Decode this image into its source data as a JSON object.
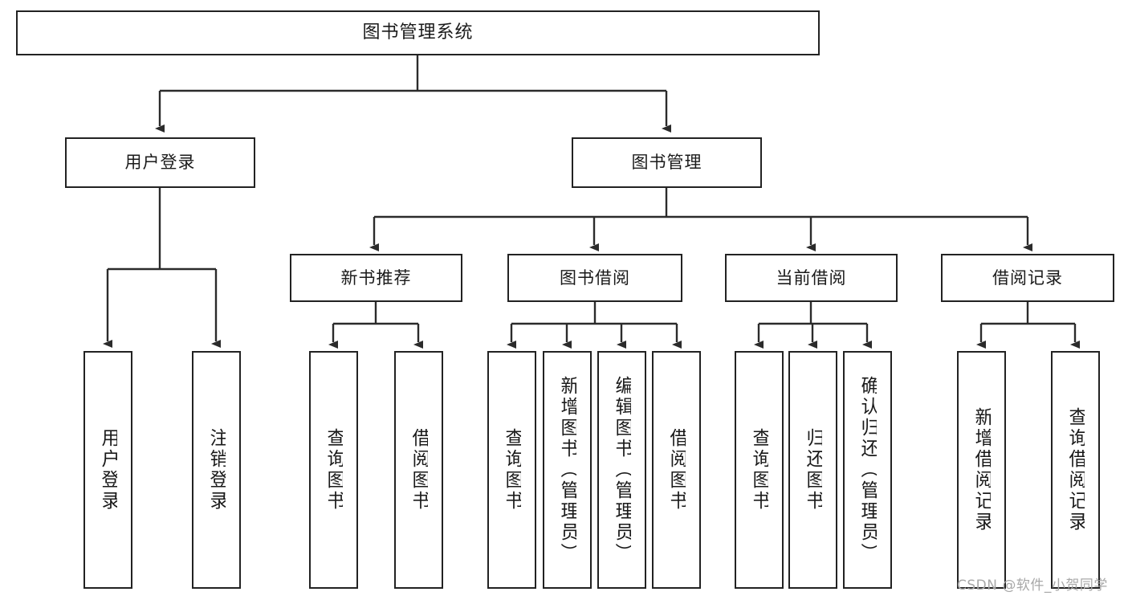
{
  "diagram": {
    "type": "tree-hierarchy-chart",
    "title": "图书管理系统",
    "root": {
      "label": "图书管理系统"
    },
    "level1": [
      {
        "label": "用户登录"
      },
      {
        "label": "图书管理"
      }
    ],
    "level2": [
      {
        "label": "新书推荐"
      },
      {
        "label": "图书借阅"
      },
      {
        "label": "当前借阅"
      },
      {
        "label": "借阅记录"
      }
    ],
    "leaves": {
      "user_login": [
        {
          "label": "用户登录"
        },
        {
          "label": "注销登录"
        }
      ],
      "new_book_recommend": [
        {
          "label": "查询图书"
        },
        {
          "label": "借阅图书"
        }
      ],
      "book_borrow": [
        {
          "label": "查询图书"
        },
        {
          "label": "新增图书（管理员）"
        },
        {
          "label": "编辑图书（管理员）"
        },
        {
          "label": "借阅图书"
        }
      ],
      "current_borrow": [
        {
          "label": "查询图书"
        },
        {
          "label": "归还图书"
        },
        {
          "label": "确认归还（管理员）"
        }
      ],
      "borrow_records": [
        {
          "label": "新增借阅记录"
        },
        {
          "label": "查询借阅记录"
        }
      ]
    }
  },
  "watermark": {
    "text": "CSDN @软件_小贺同学"
  },
  "colors": {
    "stroke": "#222222",
    "fill": "#ffffff",
    "text": "#1a1a1a",
    "watermark": "#a8a8a8"
  }
}
